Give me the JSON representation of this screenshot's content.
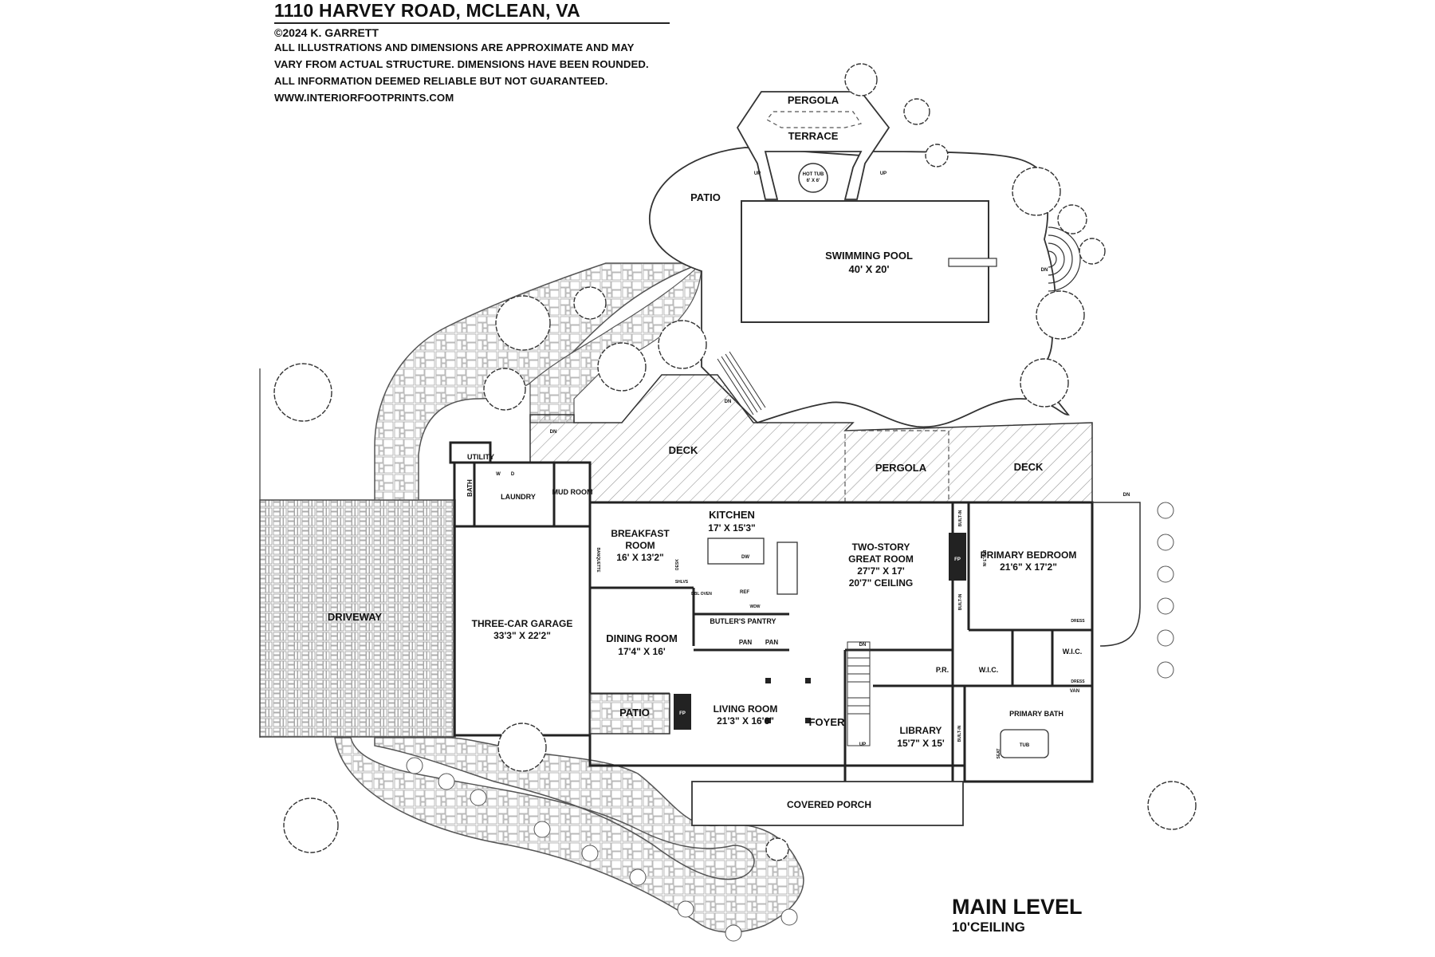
{
  "header": {
    "address": "1110 HARVEY ROAD, MCLEAN, VA",
    "copyright": "©2024 K. GARRETT",
    "disclaimer_lines": [
      "ALL ILLUSTRATIONS AND DIMENSIONS ARE APPROXIMATE AND MAY",
      "VARY FROM ACTUAL STRUCTURE. DIMENSIONS HAVE BEEN ROUNDED.",
      "ALL INFORMATION DEEMED RELIABLE BUT NOT GUARANTEED.",
      "WWW.INTERIORFOOTPRINTS.COM"
    ]
  },
  "level": {
    "title": "MAIN LEVEL",
    "ceiling": "10'CEILING"
  },
  "outdoor": {
    "pergola_top": "PERGOLA",
    "terrace": "TERRACE",
    "hot_tub": "HOT TUB",
    "hot_tub_size": "6' X 6'",
    "patio_top": "PATIO",
    "pool": "SWIMMING POOL",
    "pool_size": "40' X 20'",
    "deck_left": "DECK",
    "pergola_deck": "PERGOLA",
    "deck_right": "DECK",
    "driveway": "DRIVEWAY",
    "patio_side": "PATIO",
    "covered_porch": "COVERED PORCH",
    "up": "UP",
    "dn": "DN"
  },
  "rooms": {
    "utility": "UTILITY",
    "bath": "BATH",
    "laundry": "LAUNDRY",
    "mud_room": "MUD ROOM",
    "kitchen": "KITCHEN",
    "kitchen_size": "17' X 15'3\"",
    "breakfast": "BREAKFAST",
    "breakfast_room": "ROOM",
    "breakfast_size": "16' X 13'2\"",
    "garage": "THREE-CAR GARAGE",
    "garage_size": "33'3\" X 22'2\"",
    "butlers_pantry": "BUTLER'S PANTRY",
    "pan": "PAN",
    "dining": "DINING ROOM",
    "dining_size": "17'4\" X 16'",
    "great_room_1": "TWO-STORY",
    "great_room_2": "GREAT ROOM",
    "great_room_size": "27'7\" X 17'",
    "great_room_ceiling": "20'7\" CEILING",
    "primary_bedroom": "PRIMARY BEDROOM",
    "primary_bedroom_size": "21'6\" X 17'2\"",
    "pr": "P.R.",
    "wic": "W.I.C.",
    "dress": "DRESS",
    "van": "VAN",
    "primary_bath": "PRIMARY BATH",
    "living": "LIVING ROOM",
    "living_size": "21'3\" X 16'6\"",
    "foyer": "FOYER",
    "library": "LIBRARY",
    "library_size": "15'7\" X 15'",
    "fp": "FP",
    "built_in": "BUILT-IN",
    "banquette": "BANQUETTE",
    "desk": "DESK",
    "shlvs": "SHLVS",
    "dbl_oven": "DBL OVEN",
    "ref": "REF",
    "dw": "DW",
    "wdw": "WDW",
    "w": "W",
    "d": "D",
    "seat": "SEAT",
    "tub": "TUB"
  }
}
